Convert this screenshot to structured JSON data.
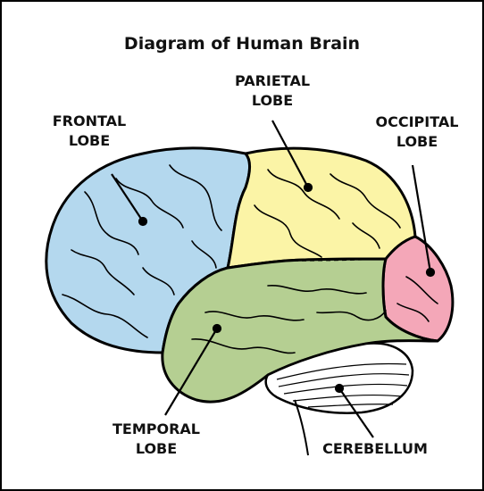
{
  "title": "Diagram of Human Brain",
  "lobes": {
    "frontal": {
      "line1": "FRONTAL",
      "line2": "LOBE",
      "color": "#b4d8ee"
    },
    "parietal": {
      "line1": "PARIETAL",
      "line2": "LOBE",
      "color": "#fbf4a6"
    },
    "occipital": {
      "line1": "OCCIPITAL",
      "line2": "LOBE",
      "color": "#f4a7b8"
    },
    "temporal": {
      "line1": "TEMPORAL",
      "line2": "LOBE",
      "color": "#b5cf92"
    },
    "cerebellum": {
      "label": "CEREBELLUM",
      "color": "#ffffff"
    }
  }
}
